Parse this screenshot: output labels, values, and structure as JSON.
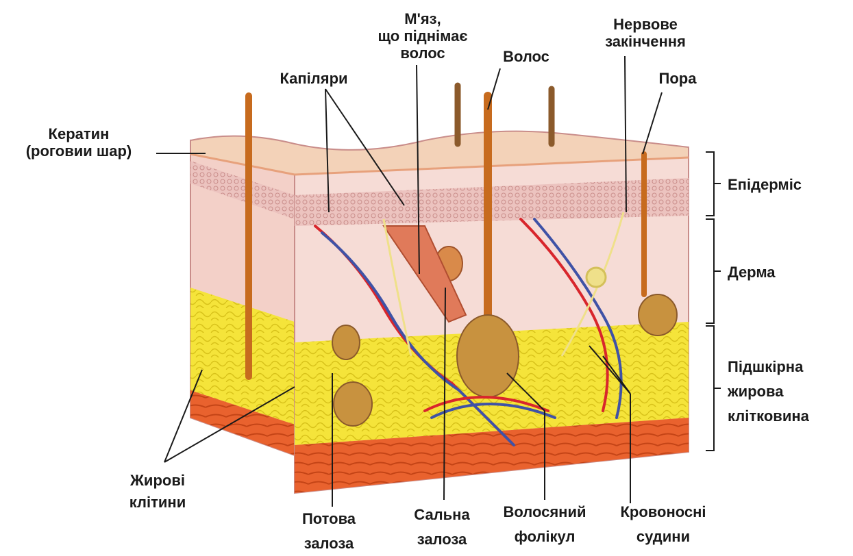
{
  "labels": {
    "keratin_line1": "Кератин",
    "keratin_line2": "(роговии шар)",
    "capillaries": "Капіляри",
    "muscle_line1": "М'яз,",
    "muscle_line2": "що піднімає",
    "muscle_line3": "волос",
    "hair": "Волос",
    "nerve_line1": "Нервове",
    "nerve_line2": "закінчення",
    "pore": "Пора",
    "epidermis": "Епідерміс",
    "dermis": "Дерма",
    "subq_line1": "Підшкірна",
    "subq_line2": "жирова",
    "subq_line3": "клітковина",
    "fat_line1": "Жирові",
    "fat_line2": "клітини",
    "sweat_line1": "Потова",
    "sweat_line2": "залоза",
    "sebaceous_line1": "Сальна",
    "sebaceous_line2": "залоза",
    "follicle_line1": "Волосяний",
    "follicle_line2": "фолікул",
    "vessels_line1": "Кровоносні",
    "vessels_line2": "судини"
  },
  "colors": {
    "skin_top": "#f3d2b8",
    "epidermis_cells": "#e2a2a0",
    "dermis": "#f6dcd6",
    "fat": "#f5e43a",
    "muscle_layer": "#e9622e",
    "artery": "#d8262c",
    "vein": "#3f52a6",
    "hair": "#c76b1e",
    "nerve": "#efe08a",
    "leader_line": "#1a1a1a"
  }
}
